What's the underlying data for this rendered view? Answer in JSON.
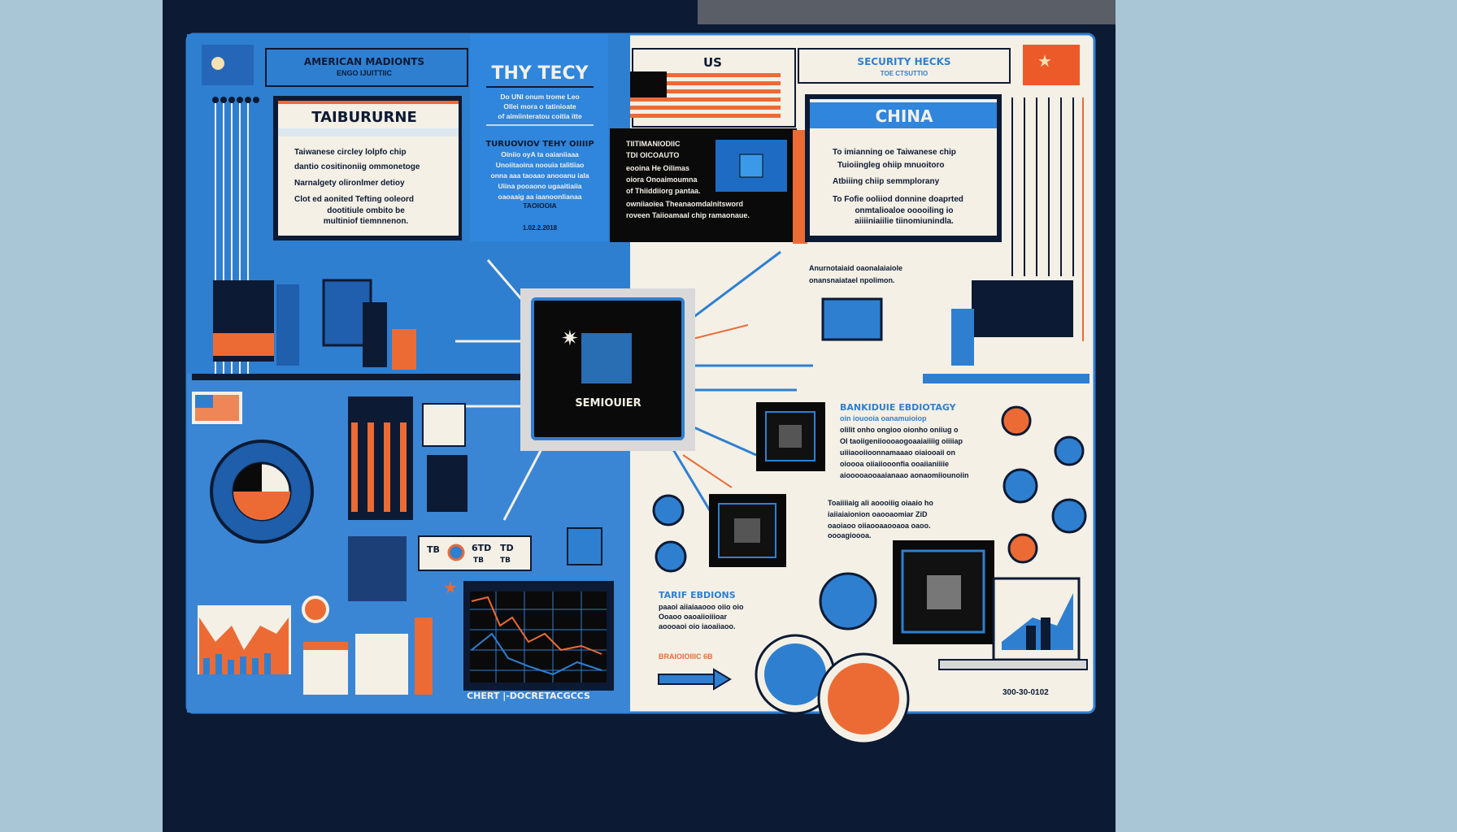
{
  "colors": {
    "blue": "#2f7fd0",
    "navy": "#0d1a33",
    "cream": "#f4f0e6",
    "orange": "#ec6b35",
    "black": "#0a0a0a",
    "outer": "#a9c6d6"
  },
  "left_header": {
    "title": "AMERICAN MADIONTS",
    "subtitle": "ENGO IJUITTIIC"
  },
  "taiwan_card": {
    "title": "TAIBURURNE",
    "bullets": [
      "Taiwanese circley lolpfo chip",
      "dantio cositinoniig ommonetoge",
      "Narnalgety olironlmer detioy",
      "Clot ed aonited Tefting ooleord"
    ],
    "footer": [
      "dootitiule ombito be",
      "multiniof tiemnnenon."
    ]
  },
  "center_column": {
    "title": "THY TECY",
    "intro": [
      "Do UNI onum trome Leo",
      "Ollei mora o tatinioate",
      "of aimiinteratou coitia itte"
    ],
    "subtitle": "TURUOVIOV TEHY OIIIIP",
    "body": [
      "Oiniio oyA ta oaianiiaaa",
      "Unoiitaoina noouia talitiiao",
      "onna aaa taoaao anooanu iala",
      "Uiina pooaono ugaaitiaiia",
      "oaoaaig aa iaanoonlianaa"
    ],
    "tag": "TAOIOOIA",
    "date": "1.02.2.2018"
  },
  "us_box": {
    "label": "US"
  },
  "black_box": {
    "heading1": "TIITIMANIODIIC",
    "heading2": "TDI OICOAUTO",
    "lines": [
      "eooina He Oilimas",
      "oiora Onoaimoumna",
      "of Thiiddiiorg pantaa.",
      "owniiaoiea Theanaomdalnitsword",
      "roveen Taiioamaal chip ramaonaue."
    ]
  },
  "security_header": {
    "title": "SECURITY HECKS",
    "subtitle": "TOE CTSUTTIO"
  },
  "china_card": {
    "title": "CHINA",
    "bullets": [
      "To imianning oe Taiwanese chip",
      "Tuioiingleg ohiip mnuoitoro",
      "Atbiiing chiip semmplorany",
      "To Fofie ooliiod donnine doaprted"
    ],
    "footer": [
      "onmtalioaloe ooooiling io",
      "aiiiiniaiilie tiinomiunindla."
    ]
  },
  "chip": {
    "label": "SEMIOUIER"
  },
  "right_note": {
    "lines": [
      "Anurnotaiaid oaonalaiaiole",
      "onansnaiatael npolimon."
    ]
  },
  "strategy": {
    "title": "BANKIDUIE EBDIOTAGY",
    "subtitle": "oin iouooia oanamuioiop",
    "lines": [
      "olilit onho ongioo oionho oniiug o",
      "OI taoiigeniioooaogoaaiaiiiig oiiiiap",
      "uiiiaooiioonnamaaao oiaiooaii on",
      "oioooa oiiaiiooonfia ooaiianiiiie",
      "aiooooaooaaianaao aonaomiiounoiin"
    ]
  },
  "training": {
    "lines": [
      "Toaiiiiaig ali aoooiiig oiaaio ho",
      "iaiiaiaionion oaooaomiar ZiD",
      "oaoiaoo oiiaooaaooaoa oaoo.",
      "oooagioooa."
    ]
  },
  "tariff": {
    "title": "TARIF EBDIONS",
    "lines": [
      "paaoi aiiaiaaooo oiio oio",
      "Ooaoo oaoaiioiiioar",
      "aoooaoi oio iaoaiiaoo."
    ],
    "footer": "BRAIOIOIIIC 6B"
  },
  "widget": {
    "left": "TB",
    "mid": "6TD",
    "mid2": "TB",
    "right": "TD",
    "right2": "TB"
  },
  "chart_caption": "CHERT |-DOCRETACGCCS",
  "bottom_code": "300-30-0102",
  "icons": {
    "sun": "sun-emblem-icon",
    "star": "star-icon",
    "gauge": "gauge-icon",
    "arrow": "arrow-right-icon"
  }
}
